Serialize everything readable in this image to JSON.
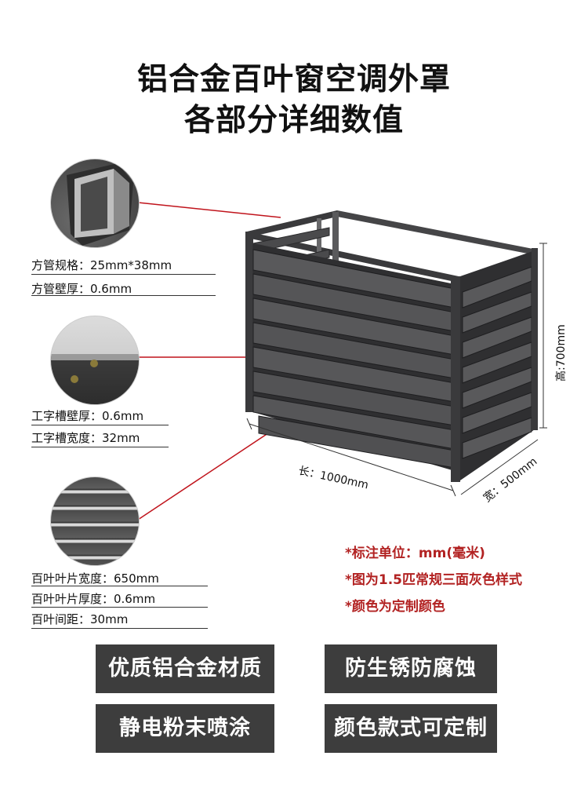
{
  "title": {
    "line1": "铝合金百叶窗空调外罩",
    "line2": "各部分详细数值"
  },
  "specs": {
    "square_tube_size": "方管规格：25mm*38mm",
    "square_tube_wall": "方管壁厚：0.6mm",
    "i_groove_wall": "工字槽壁厚：0.6mm",
    "i_groove_width": "工字槽宽度：32mm",
    "louver_width": "百叶叶片宽度：650mm",
    "louver_thickness": "百叶叶片厚度：0.6mm",
    "louver_spacing": "百叶间距：30mm"
  },
  "dimensions": {
    "height": "高:700mm",
    "length": "长：1000mm",
    "width": "宽：500mm"
  },
  "notes": [
    "*标注单位：mm(毫米)",
    "*图为1.5匹常规三面灰色样式",
    "*颜色为定制颜色"
  ],
  "features": [
    "优质铝合金材质",
    "防生锈防腐蚀",
    "静电粉末喷涂",
    "颜色款式可定制"
  ],
  "colors": {
    "frame": "#3a3a3c",
    "leader_line": "#c0141c",
    "note_text": "#b22222",
    "badge_bg": "#3d3d3d"
  }
}
